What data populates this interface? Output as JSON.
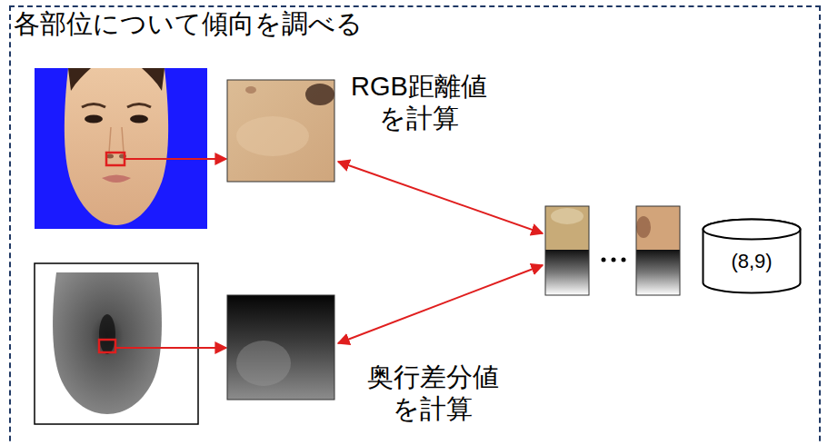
{
  "diagram": {
    "nodes": [
      {
        "text": [
          "各部位について傾向を調べる"
        ]
      },
      {
        "text": [
          "(8,9)"
        ],
        "in": 0
      }
    ],
    "labels": [
      "RGB距離値 を計算",
      "奥行差分値 を計算"
    ]
  }
}
